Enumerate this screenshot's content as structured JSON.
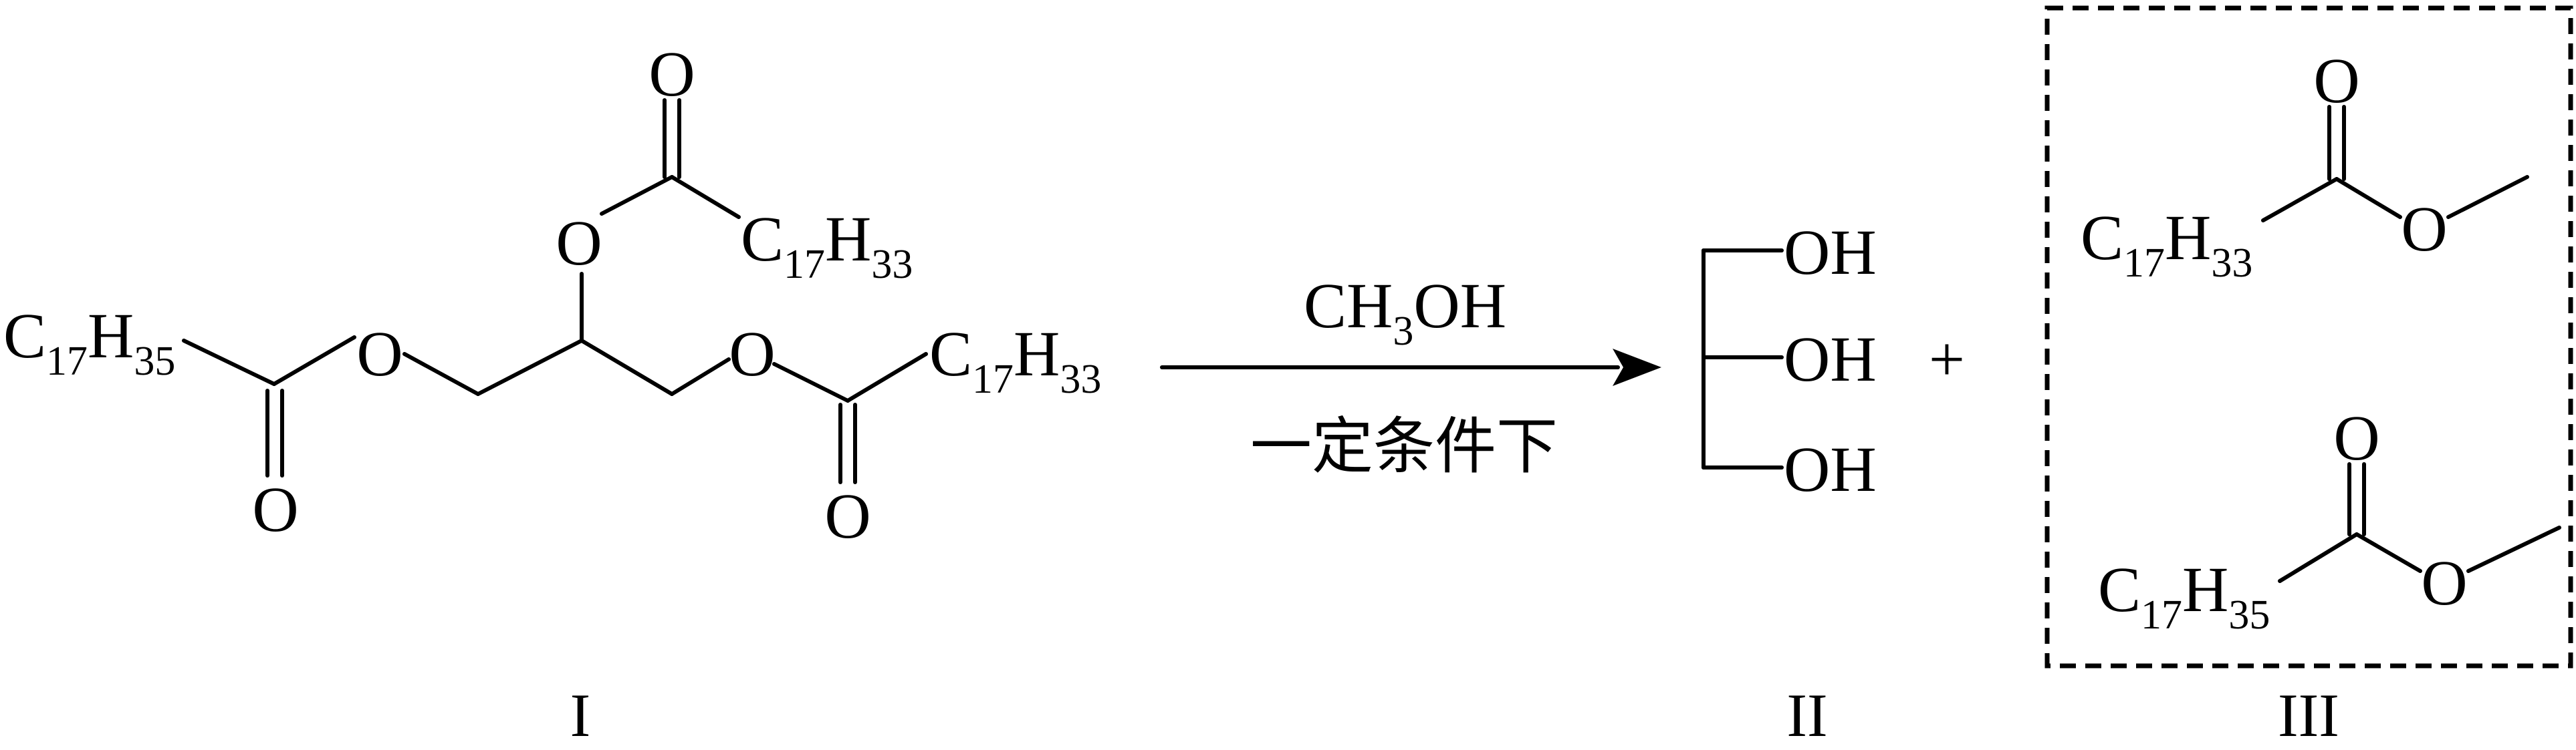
{
  "compound_I": {
    "label": "I",
    "substituent_left": {
      "main": "C",
      "sub1": "17",
      "mid": "H",
      "sub2": "35"
    },
    "substituent_top": {
      "main": "C",
      "sub1": "17",
      "mid": "H",
      "sub2": "33"
    },
    "substituent_right": {
      "main": "C",
      "sub1": "17",
      "mid": "H",
      "sub2": "33"
    },
    "oxygen": "O"
  },
  "reaction": {
    "reagent": {
      "main": "CH",
      "sub": "3",
      "tail": "OH"
    },
    "condition": "一定条件下"
  },
  "compound_II": {
    "label": "II",
    "hydroxyl": "OH"
  },
  "plus_sign": "+",
  "compound_III": {
    "label": "III",
    "ester_top": {
      "main": "C",
      "sub1": "17",
      "mid": "H",
      "sub2": "33"
    },
    "ester_bottom": {
      "main": "C",
      "sub1": "17",
      "mid": "H",
      "sub2": "35"
    },
    "oxygen": "O"
  }
}
